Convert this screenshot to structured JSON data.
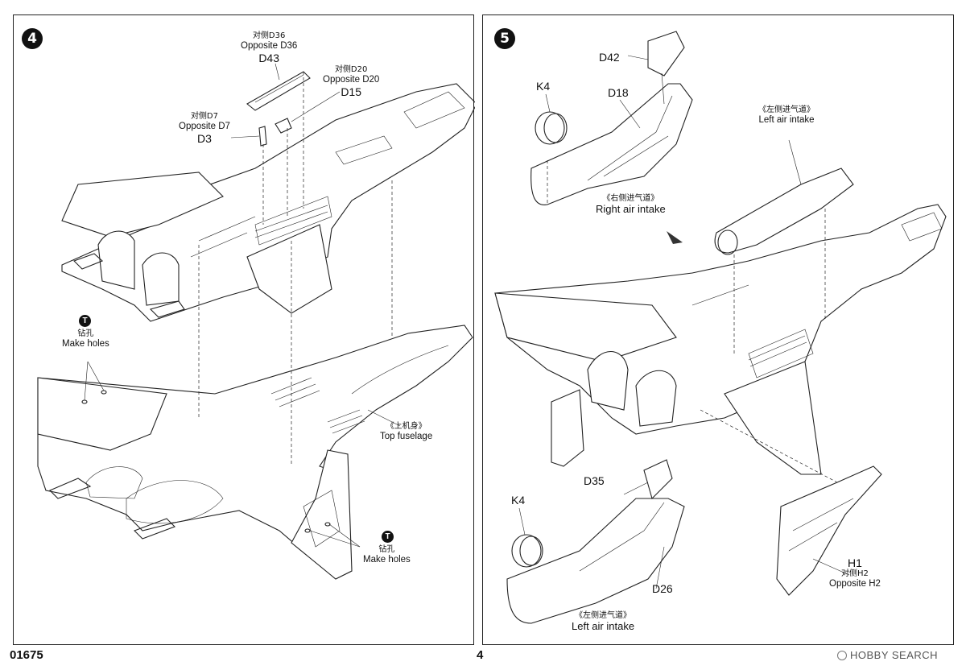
{
  "footer": {
    "product_code": "01675",
    "page_number": "4",
    "watermark": "HOBBY SEARCH"
  },
  "step4": {
    "number": "4",
    "d43": {
      "cn": "对侧D36",
      "en": "Opposite D36",
      "part": "D43"
    },
    "d15": {
      "cn": "对侧D20",
      "en": "Opposite D20",
      "part": "D15"
    },
    "d3": {
      "cn": "对侧D7",
      "en": "Opposite D7",
      "part": "D3"
    },
    "make_holes_1": {
      "icon": "T",
      "cn": "钻孔",
      "en": "Make holes"
    },
    "make_holes_2": {
      "icon": "T",
      "cn": "钻孔",
      "en": "Make holes"
    },
    "top_fuselage": {
      "cn": "《上机身》",
      "en": "Top fuselage"
    }
  },
  "step5": {
    "number": "5",
    "k4_top": "K4",
    "d42": "D42",
    "d18": "D18",
    "right_intake": {
      "cn": "《右侧进气道》",
      "en": "Right air intake"
    },
    "left_intake_top": {
      "cn": "《左侧进气道》",
      "en": "Left air intake"
    },
    "k4_bottom": "K4",
    "d35": "D35",
    "d26": "D26",
    "left_intake_bottom": {
      "cn": "《左侧进气道》",
      "en": "Left air intake"
    },
    "h1": {
      "part": "H1",
      "cn": "对侧H2",
      "en": "Opposite H2"
    }
  }
}
